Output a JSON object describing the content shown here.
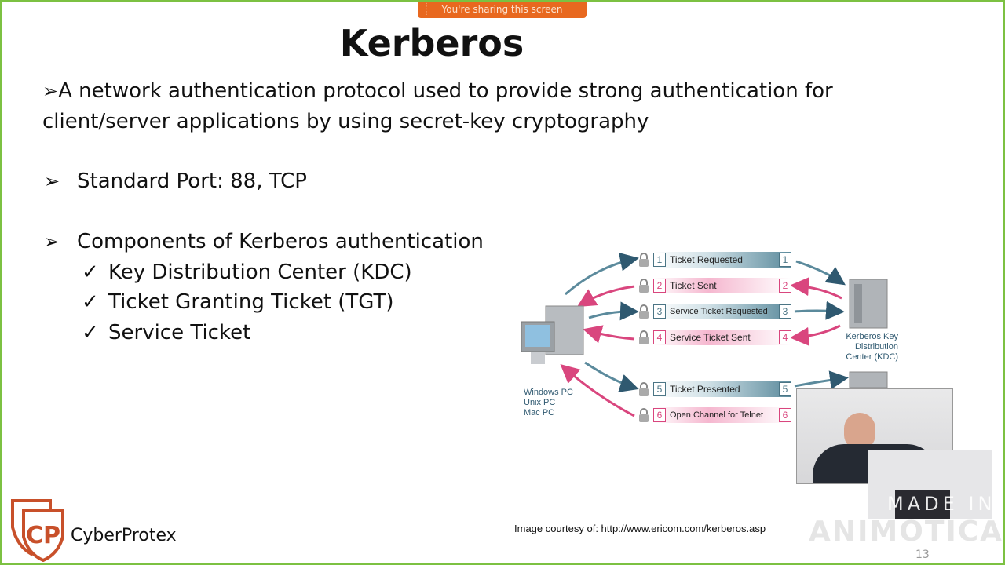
{
  "sharing_bar": {
    "label": "You're sharing this screen"
  },
  "slide": {
    "title": "Kerberos",
    "intro_bullet": "➢",
    "intro_line1": "A network authentication protocol used to provide strong authentication for",
    "intro_line2": "client/server applications by using secret-key cryptography",
    "bullets": [
      {
        "marker": "➢",
        "text": "Standard Port: 88, TCP"
      },
      {
        "marker": "➢",
        "text": "Components of Kerberos authentication"
      }
    ],
    "sub_bullets": [
      {
        "marker": "✓",
        "text": "Key Distribution Center (KDC)"
      },
      {
        "marker": "✓",
        "text": "Ticket Granting Ticket (TGT)"
      },
      {
        "marker": "✓",
        "text": "Service Ticket"
      }
    ],
    "credit": "Image courtesy of: http://www.ericom.com/kerberos.asp",
    "page_number": "13",
    "logo_text": "CyberProtex"
  },
  "diagram": {
    "client_labels": [
      "Windows PC",
      "Unix PC",
      "Mac PC"
    ],
    "kdc_label": [
      "Kerberos Key",
      "Distribution",
      "Center (KDC)"
    ],
    "steps": [
      {
        "n": "1",
        "label": "Ticket Requested",
        "dir": "to-server"
      },
      {
        "n": "2",
        "label": "Ticket Sent",
        "dir": "to-client"
      },
      {
        "n": "3",
        "label": "Service Ticket Requested",
        "dir": "to-server"
      },
      {
        "n": "4",
        "label": "Service Ticket Sent",
        "dir": "to-client"
      },
      {
        "n": "5",
        "label": "Ticket Presented",
        "dir": "to-server"
      },
      {
        "n": "6",
        "label": "Open Channel for Telnet",
        "dir": "to-client"
      }
    ],
    "colors": {
      "request": "#4b7585",
      "response": "#d9467e"
    }
  },
  "watermark": {
    "line1": "MADE IN",
    "line2": "ANIMOTICA"
  },
  "colors": {
    "border": "#7cc142",
    "share_bar": "#e8681f",
    "logo": "#c8502a"
  }
}
